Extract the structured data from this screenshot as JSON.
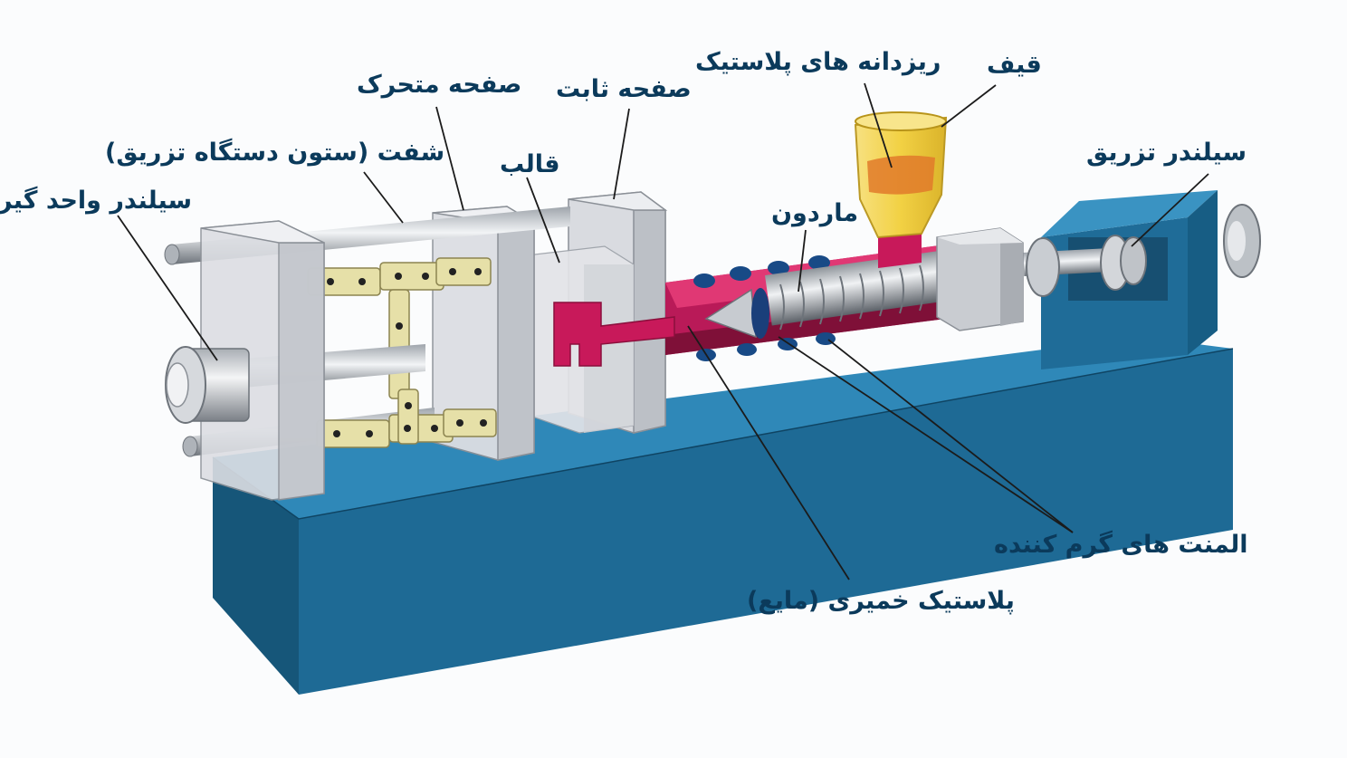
{
  "diagram": {
    "labels": {
      "hopper": "قیف",
      "plastic_granules": "ریزدانه های پلاستیک",
      "moving_platen": "صفحه متحرک",
      "fixed_platen": "صفحه ثابت",
      "shaft": "شفت (ستون دستگاه تزریق)",
      "mold": "قالب",
      "clamping_cylinder": "سیلندر واحد گیره",
      "screw": "ماردون",
      "injection_cylinder": "سیلندر تزریق",
      "heating_elements": "المنت های گرم کننده",
      "molten_plastic": "پلاستیک خمیری (مایع)"
    },
    "colors": {
      "base_front": "#1e6a95",
      "base_top": "#2f88b8",
      "base_side": "#165679",
      "molten": "#c8195a",
      "hopper": "#f2d040",
      "granules": "#e07a2a",
      "platen": "#d7d9de",
      "toggle": "#e6e0a8",
      "label_text": "#0b3a5b"
    }
  }
}
